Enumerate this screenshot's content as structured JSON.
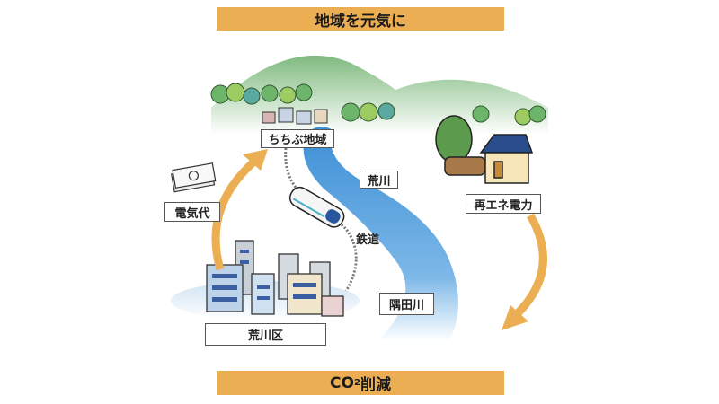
{
  "top_banner": "地域を元気に",
  "bottom_banner": {
    "text": "CO",
    "subscript": "2",
    "suffix": "削減"
  },
  "labels": {
    "chichibu": "ちちぶ地域",
    "arakawa_river": "荒川",
    "electricity_bill": "電気代",
    "railway": "鉄道",
    "renewable_power": "再エネ電力",
    "sumida_river": "隅田川",
    "arakawa_ward": "荒川区"
  },
  "colors": {
    "banner": "#EBAE52",
    "arrow": "#EBAE52",
    "river": "#4A98D8",
    "hill": "#8CC08A"
  }
}
